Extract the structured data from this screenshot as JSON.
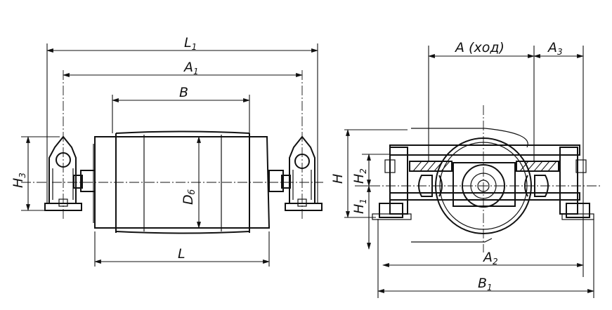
{
  "drawing": {
    "front_view": {
      "dim_L1": "L",
      "dim_L1_sub": "1",
      "dim_A1": "A",
      "dim_A1_sub": "1",
      "dim_B": "B",
      "dim_L": "L",
      "dim_D": "D",
      "dim_D_sub": "б",
      "dim_H3": "H",
      "dim_H3_sub": "3"
    },
    "side_view": {
      "dim_A": "A (ход)",
      "dim_A3": "A",
      "dim_A3_sub": "3",
      "dim_H": "H",
      "dim_H2": "H",
      "dim_H2_sub": "2",
      "dim_H1": "H",
      "dim_H1_sub": "1",
      "dim_A2": "A",
      "dim_A2_sub": "2",
      "dim_B1": "B",
      "dim_B1_sub": "1"
    }
  }
}
